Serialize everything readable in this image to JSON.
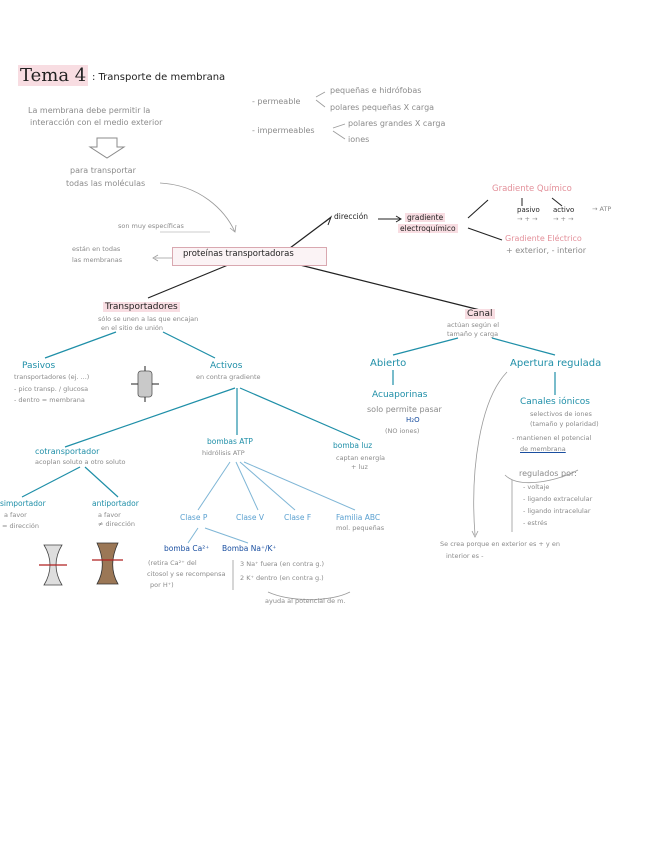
{
  "title": {
    "tema": "Tema 4",
    "subtitle": ": Transporte de membrana"
  },
  "intro": {
    "line1": "La membrana debe permitir la",
    "line2": "interacción con el medio exterior",
    "permeable": "- permeable",
    "perm_a": "pequeñas e hidrófobas",
    "perm_b": "polares pequeñas X carga",
    "impermeable": "- impermeables",
    "imp_a": "polares grandes X carga",
    "imp_b": "iones",
    "para1": "para transportar",
    "para2": "todas las moléculas",
    "muy": "son muy específicas",
    "estan1": "están en todas",
    "estan2": "las membranas"
  },
  "center": {
    "proteinas": "proteínas transportadoras",
    "direccion": "dirección",
    "gradiente1": "gradiente",
    "gradiente2": "electroquímico",
    "quimico": "Gradiente Químico",
    "pasivo": "pasivo",
    "activo": "activo",
    "atp": "→ ATP",
    "pasivo_arrow": "→ + →",
    "activo_arrow": "→ + →",
    "electrico": "Gradiente Eléctrico",
    "electrico_desc": "+ exterior, - interior"
  },
  "transportadores": {
    "title": "Transportadores",
    "desc1": "sólo se unen a las que encajan",
    "desc2": "en el sitio de unión",
    "pasivos": "Pasivos",
    "pasivos_a": "transportadores (ej. ...)",
    "pasivos_b": "- pico transp. / glucosa",
    "pasivos_c": "- dentro = membrana",
    "activos": "Activos",
    "activos_desc": "en contra gradiente",
    "cotrans": "cotransportador",
    "cotrans_desc": "acoplan soluto a otro soluto",
    "simport": "simportador",
    "simport_a": "a favor",
    "simport_b": "= dirección",
    "antiport": "antiportador",
    "antiport_a": "a favor",
    "antiport_b": "≠ dirección",
    "bombas_atp": "bombas ATP",
    "bombas_atp_desc": "hidrólisis ATP",
    "bomba_luz": "bomba luz",
    "bomba_luz_a": "captan energía",
    "bomba_luz_b": "+ luz",
    "clase_p": "Clase P",
    "clase_v": "Clase V",
    "clase_f": "Clase F",
    "familia_abc": "Familia ABC",
    "familia_abc_desc": "mol. pequeñas",
    "bomba_ca": "bomba Ca²⁺",
    "bomba_nak": "Bomba Na⁺/K⁺",
    "ca_a": "(retira Ca²⁺ del",
    "ca_b": "citosol y se recompensa",
    "ca_c": "por H⁺)",
    "nak_a": "3 Na⁺ fuera (en contra g.)",
    "nak_b": "2 K⁺ dentro (en contra g.)",
    "nak_c": "ayuda al potencial de m."
  },
  "canal": {
    "title": "Canal",
    "desc1": "actúan según el",
    "desc2": "tamaño y carga",
    "abierto": "Abierto",
    "acuaporinas": "Acuaporinas",
    "acua_a": "solo permite pasar",
    "acua_b": "H₂O",
    "acua_c": "(NO iones)",
    "apertura": "Apertura regulada",
    "canales": "Canales iónicos",
    "can_a": "selectivos de iones",
    "can_b": "(tamaño y polaridad)",
    "can_c": "- mantienen el potencial",
    "can_d": "de membrana",
    "reg": "regulados por:",
    "reg_a": "- voltaje",
    "reg_b": "- ligando extracelular",
    "reg_c": "- ligando intracelular",
    "reg_d": "- estrés",
    "footer1": "Se crea porque en exterior es + y en",
    "footer2": "interior es -"
  },
  "colors": {
    "teal": "#1f8fa8",
    "pink": "#e3909a",
    "gray": "#8b8b8b",
    "dark": "#1f1f1f"
  }
}
